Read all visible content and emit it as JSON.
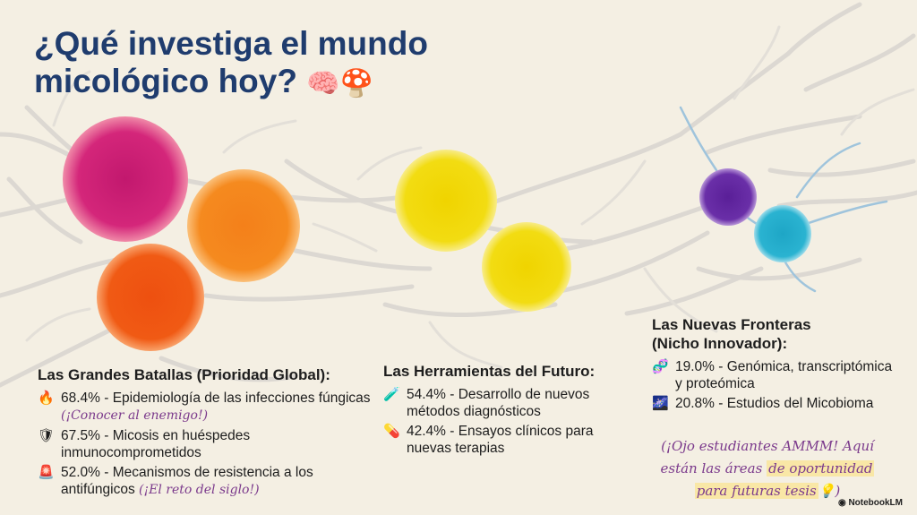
{
  "title": "¿Qué investiga el mundo micológico hoy?",
  "title_emojis": "🧠🍄",
  "colors": {
    "background": "#f4efe3",
    "title": "#1f3c6e",
    "note": "#7b3a8c",
    "highlight": "#f9e7a6",
    "magenta": "#d4267a",
    "orange": "#f58a1f",
    "red_orange": "#f05a14",
    "yellow": "#f2dc12",
    "purple": "#6a2fa8",
    "cyan": "#2ab3d1",
    "mycelium": "#dcd8d2"
  },
  "sections": {
    "battles": {
      "heading": "Las Grandes Batallas (Prioridad Global):",
      "items": [
        {
          "icon": "fire-icon",
          "glyph": "🔥",
          "text": "68.4% - Epidemiología de las infecciones fúngicas",
          "note": "(¡Conocer al enemigo!)"
        },
        {
          "icon": "shield-icon",
          "glyph": "🛡",
          "text": "67.5% - Micosis en huéspedes inmunocomprometidos",
          "note": ""
        },
        {
          "icon": "siren-icon",
          "glyph": "🚨",
          "text": "52.0% - Mecanismos de resistencia a los antifúngicos",
          "note": "(¡El reto del siglo!)"
        }
      ]
    },
    "tools": {
      "heading": "Las Herramientas del Futuro:",
      "items": [
        {
          "icon": "test-tube-icon",
          "glyph": "🧪",
          "text": "54.4% - Desarrollo de nuevos métodos diagnósticos"
        },
        {
          "icon": "pill-icon",
          "glyph": "💊",
          "text": "42.4% - Ensayos clínicos para nuevas terapias"
        }
      ]
    },
    "frontiers": {
      "heading": "Las Nuevas Fronteras (Nicho Innovador):",
      "items": [
        {
          "icon": "dna-icon",
          "glyph": "🧬",
          "text": "19.0% - Genómica, transcriptómica y proteómica"
        },
        {
          "icon": "galaxy-icon",
          "glyph": "🌌",
          "text": "20.8% - Estudios del Micobioma"
        }
      ]
    }
  },
  "promo": {
    "part1": "(¡Ojo estudiantes AMMM! Aquí están las áreas ",
    "highlight1": "de oportunidad",
    "highlight2": "para futuras tesis",
    "bulb": "💡",
    "end": ")"
  },
  "brand": "NotebookLM"
}
